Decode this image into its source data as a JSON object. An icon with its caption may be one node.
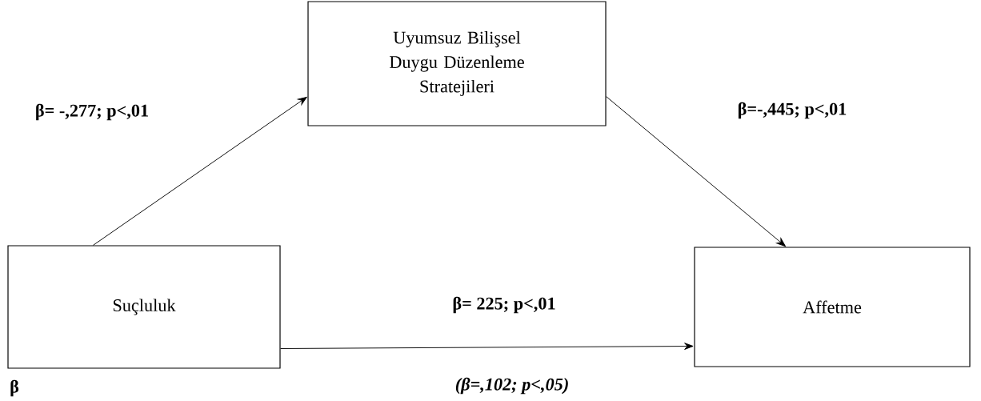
{
  "diagram": {
    "nodes": [
      {
        "text": [
          "Uyumsuz Bilişsel Duygu Düzenleme Stratejileri"
        ]
      },
      {
        "text": [
          "Suçluluk"
        ],
        "beside": [
          "β"
        ]
      },
      {
        "text": [
          "Affetme"
        ]
      }
    ],
    "edges": [
      {
        "from": 1,
        "to": 0,
        "arrow": "to",
        "label": "β= -,277; p<,01"
      },
      {
        "from": 0,
        "to": 2,
        "arrow": "to",
        "label": "β=-,445; p<,01"
      },
      {
        "from": 1,
        "to": 2,
        "arrow": "to",
        "label": "β= 225; p<,01"
      }
    ],
    "labels": [
      "(β=,102; p<,05)"
    ]
  }
}
